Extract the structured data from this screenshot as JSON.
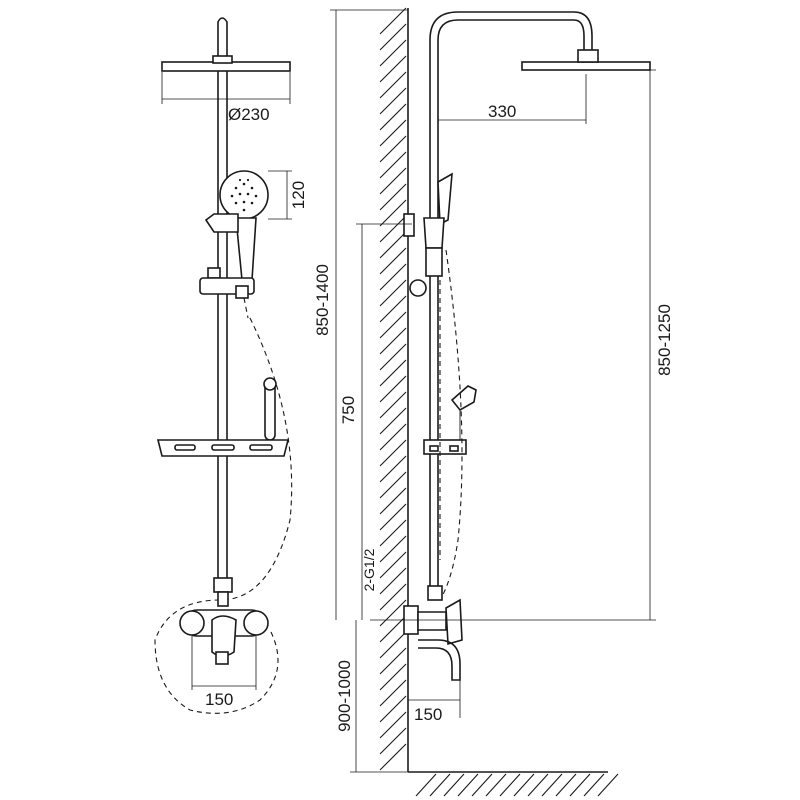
{
  "dimensions": {
    "head_diameter": "Ø230",
    "hand_shower_diameter": "120",
    "column_height_range": "850-1400",
    "arm_reach": "330",
    "inlet_to_bar_height": "750",
    "head_height_range": "850-1250",
    "inlet_thread": "2-G1/2",
    "inlet_spacing_front": "150",
    "inlet_spacing_side": "150",
    "mixer_height_range": "900-1000"
  }
}
